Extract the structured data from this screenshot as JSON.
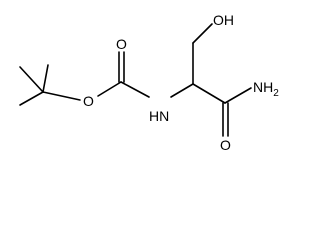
{
  "molecule": {
    "labels": {
      "hydroxyl": "OH",
      "carbamate_carbonyl_oxygen": "O",
      "ester_oxygen": "O",
      "amine_nitrogen": "HN",
      "amide_nitrogen": "NH",
      "amide_nitrogen_subscript": "2",
      "amide_carbonyl_oxygen": "O"
    }
  }
}
